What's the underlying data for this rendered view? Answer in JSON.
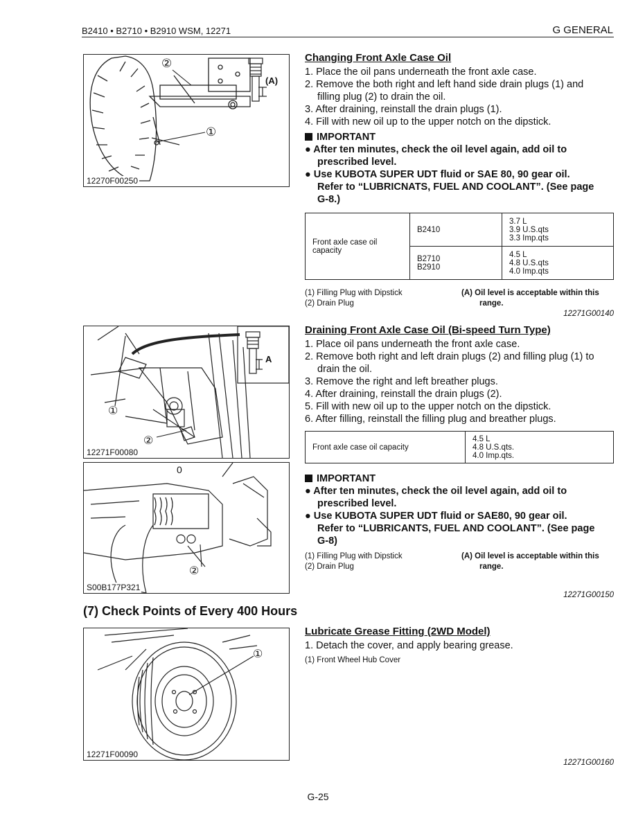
{
  "header": {
    "left": "B2410 • B2710 • B2910 WSM, 12271",
    "right": "G GENERAL"
  },
  "section1": {
    "title": "Changing Front Axle Case Oil",
    "steps": [
      "1. Place the oil pans underneath the front axle case.",
      "2. Remove the both right and left hand side drain plugs (1) and",
      "filling plug (2) to drain the oil.",
      "3. After draining, reinstall the drain plugs (1).",
      "4. Fill with new oil up to the upper notch on the dipstick."
    ],
    "important_label": "IMPORTANT",
    "important": [
      "● After ten minutes, check the oil level again, add oil to",
      "prescribed level.",
      "● Use KUBOTA SUPER UDT fluid or SAE 80, 90 gear oil.",
      "Refer to “LUBRICNATS, FUEL AND COOLANT”. (See page",
      "G-8.)"
    ],
    "table": {
      "label_line1": "Front axle case oil",
      "label_line2": "capacity",
      "r1_model": "B2410",
      "r1_v1": "3.7 L",
      "r1_v2": "3.9 U.S.qts",
      "r1_v3": "3.3 Imp.qts",
      "r2_model1": "B2710",
      "r2_model2": "B2910",
      "r2_v1": "4.5 L",
      "r2_v2": "4.8 U.S.qts",
      "r2_v3": "4.0 Imp.qts"
    },
    "legend1": "(1)  Filling Plug with Dipstick",
    "legend2": "(2)  Drain Plug",
    "legendA1": "(A)  Oil level is acceptable within this",
    "legendA2": "range.",
    "code": "12271G00140",
    "figure_code": "12270F00250",
    "fig_labels": {
      "a": "(A)",
      "one": "①",
      "two": "②"
    }
  },
  "section2": {
    "title": "Draining Front Axle Case Oil (Bi-speed Turn Type)",
    "steps": [
      "1. Place oil pans underneath the front axle case.",
      "2. Remove both right and left drain plugs (2) and filling plug (1) to",
      "drain the oil.",
      "3. Remove the right and left breather plugs.",
      "4. After draining, reinstall the drain plugs (2).",
      "5. Fill with new oil up to the upper notch on the dipstick.",
      "6. After filling, reinstall the filling plug and breather plugs."
    ],
    "table": {
      "label": "Front axle case oil capacity",
      "v1": "4.5 L",
      "v2": "4.8 U.S.qts.",
      "v3": "4.0 Imp.qts."
    },
    "important_label": "IMPORTANT",
    "important": [
      "● After ten minutes, check the oil level again, add oil to",
      "prescribed level.",
      "● Use KUBOTA SUPER UDT fluid or SAE80, 90 gear oil.",
      "Refer to “LUBRICANTS, FUEL AND COOLANT”. (See page",
      "G-8)"
    ],
    "legend1": "(1)  Filling Plug with Dipstick",
    "legend2": "(2)  Drain Plug",
    "legendA1": "(A)  Oil level is acceptable within this",
    "legendA2": "range.",
    "code": "12271G00150",
    "figure_code_a": "12271F00080",
    "figure_code_b": "S00B177P321",
    "fig_labels": {
      "a": "A",
      "one": "①",
      "two": "②",
      "zero": "0"
    }
  },
  "section3_heading": "(7) Check Points of Every 400 Hours",
  "section3": {
    "title": "Lubricate Grease Fitting (2WD Model)",
    "step": "1. Detach the cover, and apply bearing grease.",
    "legend": "(1)  Front Wheel Hub Cover",
    "code": "12271G00160",
    "figure_code": "12271F00090",
    "fig_label": "①"
  },
  "page_number": "G-25"
}
